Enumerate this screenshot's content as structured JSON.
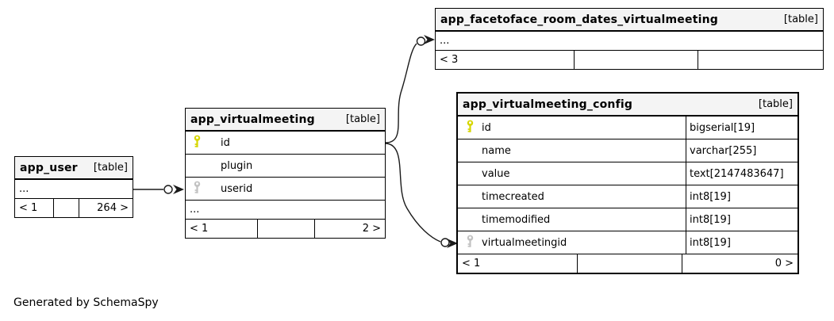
{
  "footer_note": "Generated by SchemaSpy",
  "colors": {
    "primary_key": "#d6d600",
    "foreign_key": "#c2c2c2",
    "header_bg": "#f4f4f4",
    "relationship_line": "#1a1a1a"
  },
  "tables": {
    "user": {
      "name": "app_user",
      "tag": "[table]",
      "columns": [],
      "ellipsis": "...",
      "footer": [
        "< 1",
        "",
        "264 >"
      ]
    },
    "vm": {
      "name": "app_virtualmeeting",
      "tag": "[table]",
      "columns": [
        {
          "key": "primary",
          "icon": "primary-key-icon",
          "name": "id",
          "type": ""
        },
        {
          "key": "none",
          "icon": "",
          "name": "plugin",
          "type": ""
        },
        {
          "key": "foreign",
          "icon": "foreign-key-icon",
          "name": "userid",
          "type": ""
        }
      ],
      "ellipsis": "...",
      "footer": [
        "< 1",
        "",
        "2 >"
      ]
    },
    "ff": {
      "name": "app_facetoface_room_dates_virtualmeeting",
      "tag": "[table]",
      "columns": [],
      "ellipsis": "...",
      "footer": [
        "< 3",
        "",
        ""
      ]
    },
    "cfg": {
      "name": "app_virtualmeeting_config",
      "tag": "[table]",
      "columns": [
        {
          "key": "primary",
          "icon": "primary-key-icon",
          "name": "id",
          "type": "bigserial[19]"
        },
        {
          "key": "none",
          "icon": "",
          "name": "name",
          "type": "varchar[255]"
        },
        {
          "key": "none",
          "icon": "",
          "name": "value",
          "type": "text[2147483647]"
        },
        {
          "key": "none",
          "icon": "",
          "name": "timecreated",
          "type": "int8[19]"
        },
        {
          "key": "none",
          "icon": "",
          "name": "timemodified",
          "type": "int8[19]"
        },
        {
          "key": "foreign",
          "icon": "foreign-key-icon",
          "name": "virtualmeetingid",
          "type": "int8[19]"
        }
      ],
      "ellipsis": "",
      "footer": [
        "< 1",
        "",
        "0 >"
      ]
    }
  }
}
